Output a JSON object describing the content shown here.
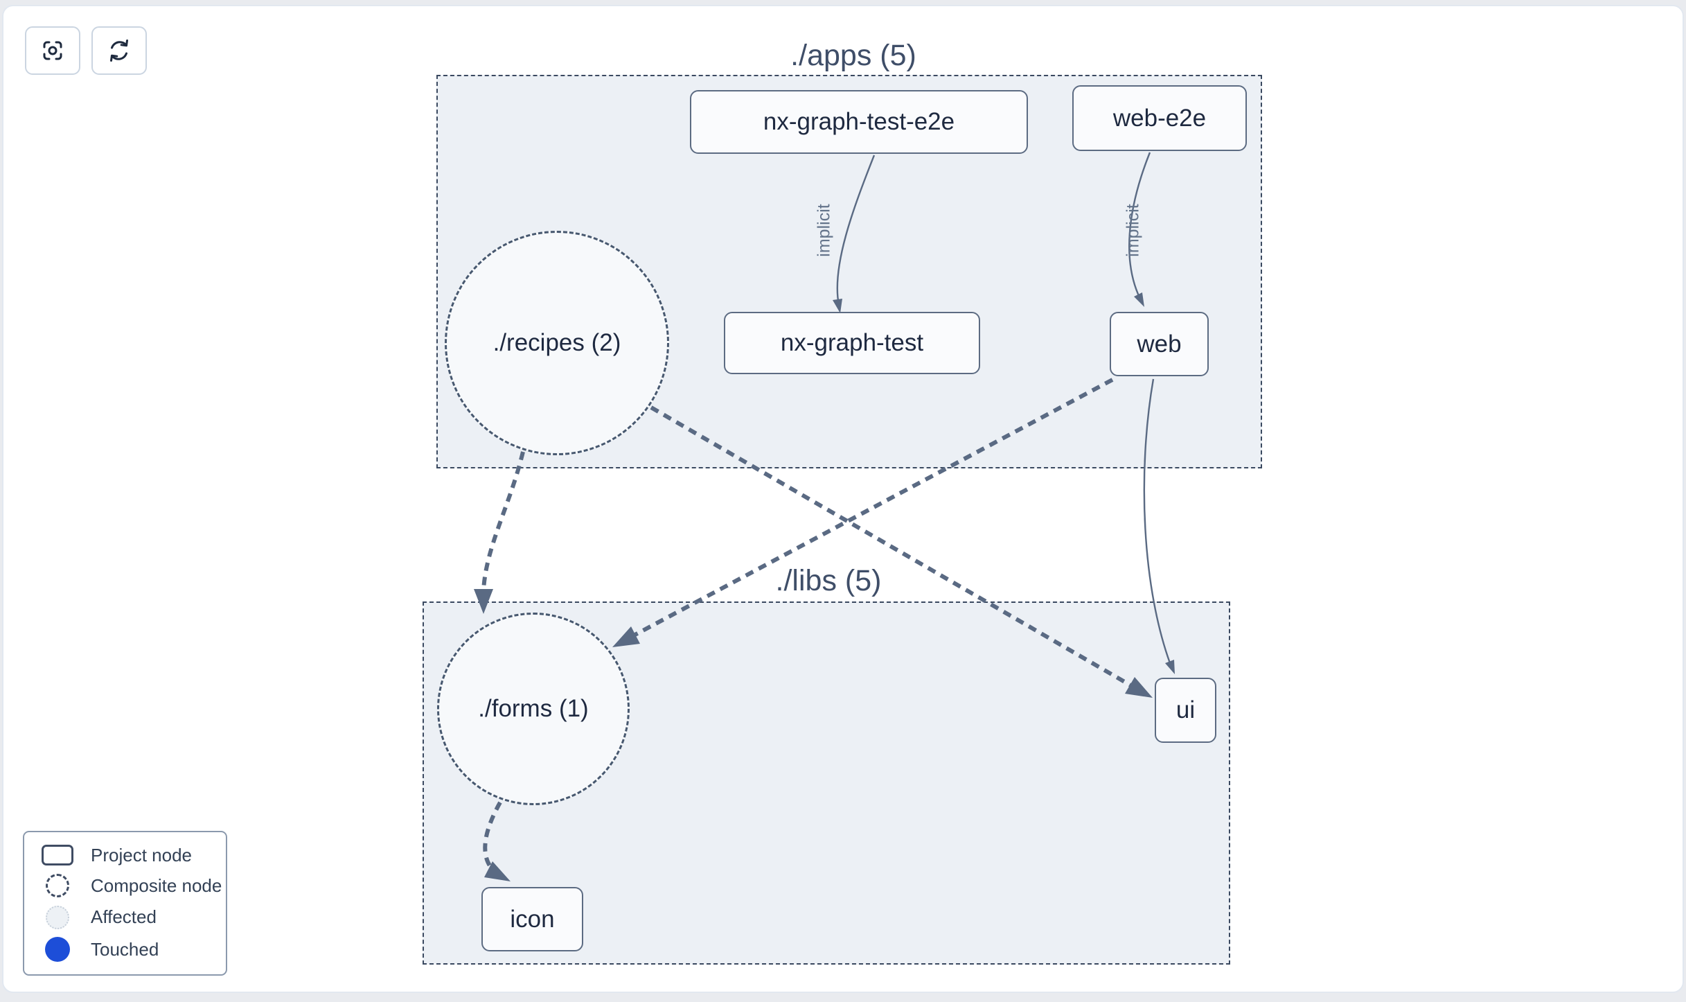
{
  "toolbar": {
    "buttons": [
      {
        "name": "zoom-to-fit",
        "icon": "focus-icon"
      },
      {
        "name": "refresh",
        "icon": "refresh-icon"
      }
    ]
  },
  "graph": {
    "groups": [
      {
        "id": "apps",
        "title": "./apps (5)"
      },
      {
        "id": "libs",
        "title": "./libs (5)"
      }
    ],
    "nodes": [
      {
        "id": "nx-graph-test-e2e",
        "label": "nx-graph-test-e2e",
        "type": "project",
        "group": "apps"
      },
      {
        "id": "web-e2e",
        "label": "web-e2e",
        "type": "project",
        "group": "apps"
      },
      {
        "id": "recipes",
        "label": "./recipes (2)",
        "type": "composite",
        "group": "apps"
      },
      {
        "id": "nx-graph-test",
        "label": "nx-graph-test",
        "type": "project",
        "group": "apps"
      },
      {
        "id": "web",
        "label": "web",
        "type": "project",
        "group": "apps"
      },
      {
        "id": "forms",
        "label": "./forms (1)",
        "type": "composite",
        "group": "libs"
      },
      {
        "id": "ui",
        "label": "ui",
        "type": "project",
        "group": "libs"
      },
      {
        "id": "icon",
        "label": "icon",
        "type": "project",
        "group": "libs"
      }
    ],
    "edges": [
      {
        "from": "nx-graph-test-e2e",
        "to": "nx-graph-test",
        "label": "implicit",
        "style": "solid"
      },
      {
        "from": "web-e2e",
        "to": "web",
        "label": "implicit",
        "style": "solid"
      },
      {
        "from": "recipes",
        "to": "forms",
        "label": "",
        "style": "dashed"
      },
      {
        "from": "recipes",
        "to": "ui",
        "label": "",
        "style": "dashed"
      },
      {
        "from": "web",
        "to": "forms",
        "label": "",
        "style": "dashed"
      },
      {
        "from": "web",
        "to": "ui",
        "label": "",
        "style": "solid"
      },
      {
        "from": "forms",
        "to": "icon",
        "label": "",
        "style": "dashed"
      }
    ]
  },
  "legend": {
    "items": [
      {
        "label": "Project node"
      },
      {
        "label": "Composite node"
      },
      {
        "label": "Affected"
      },
      {
        "label": "Touched"
      }
    ]
  },
  "colors": {
    "touched_blue": "#1d4ed8",
    "edge": "#5a6a83",
    "group_background": "#ecf0f5",
    "group_border": "#3a4960",
    "node_background": "#fafbfd",
    "node_border": "#5c6b82",
    "composite_background": "#f7f9fb",
    "text_dark": "#1e2940",
    "muted_text": "#64748b",
    "panel_border": "#e2e8f0",
    "page_background": "#e9ebef"
  }
}
